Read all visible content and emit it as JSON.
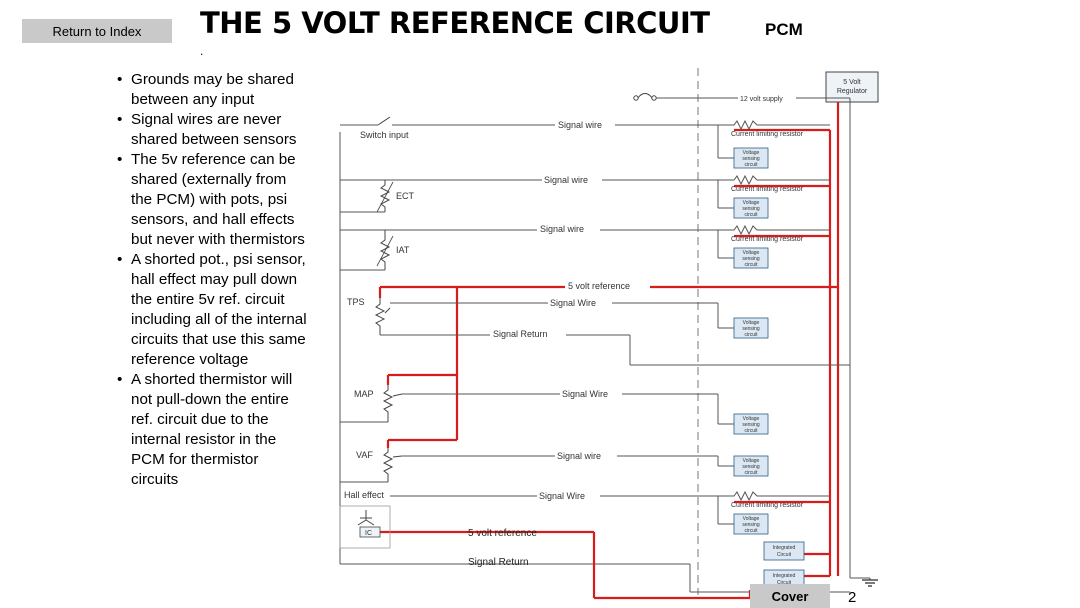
{
  "nav": {
    "return_label": "Return to Index",
    "cover_label": "Cover"
  },
  "header": {
    "title": "THE 5 VOLT REFERENCE CIRCUIT",
    "pcm_label": "PCM",
    "mark": "."
  },
  "bullets": [
    "Grounds may be shared between any input",
    "Signal wires are never shared between sensors",
    "The 5v reference can be shared (externally from the PCM) with pots, psi sensors, and hall effects but never with thermistors",
    "A shorted pot., psi sensor, hall effect may pull down the entire 5v ref. circuit including all of the internal circuits that use this same reference voltage",
    "A shorted thermistor will not pull-down the entire ref. circuit due to the internal resistor in the PCM for thermistor circuits"
  ],
  "page_number": "2",
  "diagram": {
    "colors": {
      "reference_wire": "#d81b1b",
      "wire": "#555555",
      "box_fill": "#dbe8f3",
      "box_stroke": "#2d5c86"
    },
    "regulator": {
      "line1": "5 Volt",
      "line2": "Regulator"
    },
    "supply": "12 volt supply",
    "components": {
      "switch": "Switch input",
      "ect": "ECT",
      "iat": "IAT",
      "tps": "TPS",
      "map": "MAP",
      "vaf": "VAF",
      "hall": "Hall effect",
      "ic": "IC"
    },
    "wire_labels": {
      "signal_wire": "Signal wire",
      "signal_wire_cap": "Signal Wire",
      "five_volt_ref": "5 volt reference",
      "signal_return": "Signal Return"
    },
    "internal": {
      "current_limiting": "Current limiting resistor",
      "voltage": "Voltage",
      "sensing": "sensing",
      "circuit": "circuit",
      "integrated": "Integrated",
      "circuit_cap": "Circuit"
    }
  }
}
